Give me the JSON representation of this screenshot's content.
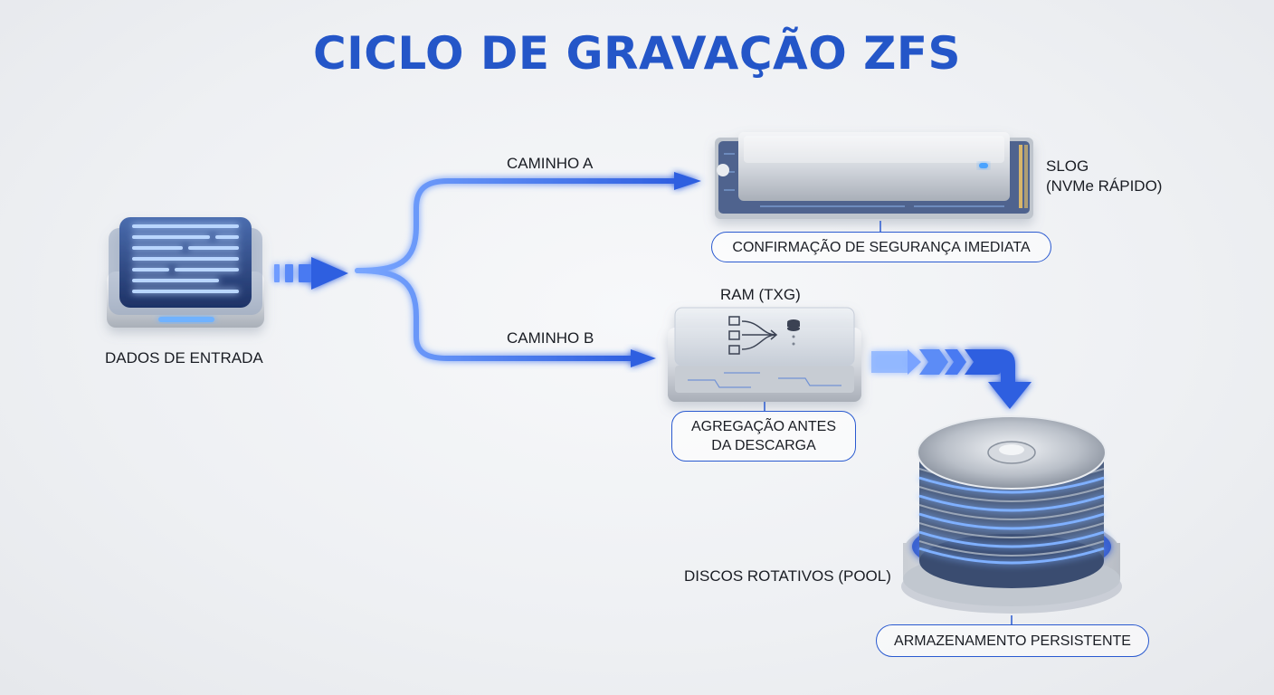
{
  "title": "CICLO DE GRAVAÇÃO ZFS",
  "input": {
    "label": "DADOS DE ENTRADA"
  },
  "path_a": {
    "label": "CAMINHO A"
  },
  "path_b": {
    "label": "CAMINHO B"
  },
  "slog": {
    "line1": "SLOG",
    "line2": "(NVMe RÁPIDO)",
    "note": "CONFIRMAÇÃO DE SEGURANÇA IMEDIATA"
  },
  "ram": {
    "label": "RAM (TXG)",
    "note_line1": "AGREGAÇÃO ANTES",
    "note_line2": "DA DESCARGA"
  },
  "pool": {
    "label": "DISCOS ROTATIVOS (POOL)",
    "note": "ARMAZENAMENTO PERSISTENTE"
  },
  "colors": {
    "accent": "#2456c8",
    "flow": "#3a6cf0",
    "glow": "#7fb0ff"
  }
}
